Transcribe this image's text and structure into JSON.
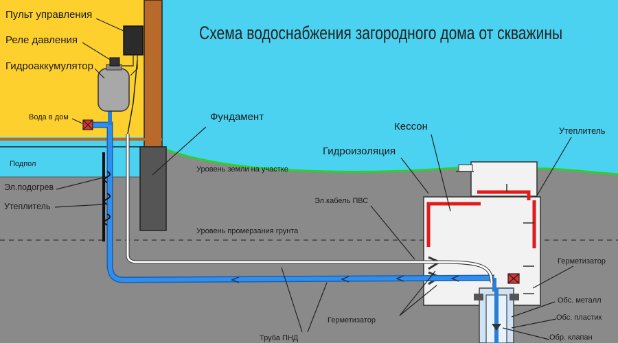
{
  "title": "Схема водоснабжения загородного дома от скважины",
  "labels": {
    "control_panel": "Пульт управления",
    "pressure_relay": "Реле давления",
    "accumulator": "Гидроаккумулятор",
    "water_to_house": "Вода в дом",
    "basement": "Подпол",
    "el_heating": "Эл.подогрев",
    "insulation_left": "Утеплитель",
    "foundation": "Фундамент",
    "ground_level": "Уровень земли на участке",
    "freezing_level": "Уровень промерзания грунта",
    "cable": "Эл.кабель ПВС",
    "caisson": "Кессон",
    "waterproofing": "Гидроизоляция",
    "insulation_right": "Утеплитель",
    "sealant_right": "Герметизатор",
    "sealant_bottom": "Герметизатор",
    "pipe_hdpe": "Труба ПНД",
    "casing_metal": "Обс. металл",
    "casing_plastic": "Обс. пластик",
    "check_valve": "Обр. клапан"
  },
  "colors": {
    "sky": "#4ad2f0",
    "house": "#fdd02e",
    "ground": "#8a8a8a",
    "grass": "#2fcf2f",
    "pipe": "#2a7fd4",
    "waterproofing": "#e01b1b",
    "caisson": "#f2f2f2"
  }
}
